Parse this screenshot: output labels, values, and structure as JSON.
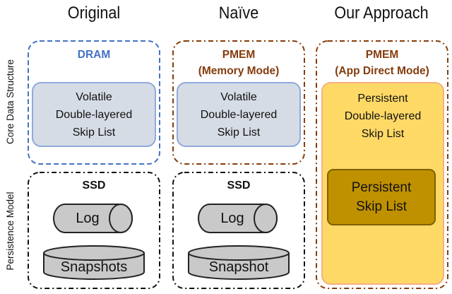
{
  "columns": {
    "original": "Original",
    "naive": "Naïve",
    "approach": "Our Approach"
  },
  "rows": {
    "core": "Core Data Structure",
    "persistence": "Persistence Model"
  },
  "original": {
    "memory": "DRAM",
    "box": "Volatile\nDouble-layered\nSkip List",
    "storage": "SSD",
    "log": "Log",
    "snapshots": "Snapshots"
  },
  "naive": {
    "memory_line1": "PMEM",
    "memory_line2": "(Memory Mode)",
    "box": "Volatile\nDouble-layered\nSkip List",
    "storage": "SSD",
    "log": "Log",
    "snapshots": "Snapshot"
  },
  "approach": {
    "memory_line1": "PMEM",
    "memory_line2": "(App Direct Mode)",
    "outer_box": "Persistent\nDouble-layered\nSkip List",
    "inner_box": "Persistent\nSkip List"
  },
  "colors": {
    "dram": "#4472c4",
    "pmem": "#843c0c",
    "volatile_fill": "#d6dce5",
    "volatile_stroke": "#8faadc",
    "persistent_fill": "#ffd966",
    "persistent_stroke": "#f4b183",
    "inner_fill": "#bf9000",
    "cylinder_fill": "#c9c9c9"
  }
}
